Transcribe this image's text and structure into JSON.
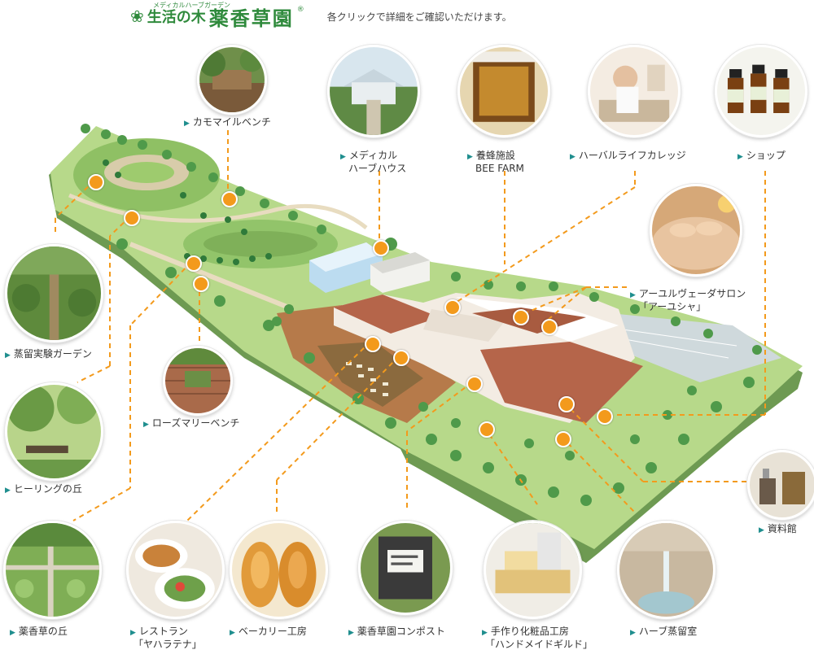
{
  "header": {
    "logo_small": "メディカルハーブガーデン",
    "logo_name1": "生活の木",
    "logo_name2": "薬香草園",
    "logo_reg": "®",
    "instruction": "各クリックで詳細をご確認いただけます。"
  },
  "colors": {
    "accent_orange": "#f39a1c",
    "brand_green": "#2f8a3c",
    "marker_teal": "#1f8e8e"
  },
  "locations": {
    "chamomile": {
      "label": "カモマイルベンチ",
      "icon": "bench-photo"
    },
    "medical": {
      "label1": "メディカル",
      "label2": "ハーブハウス",
      "icon": "greenhouse-photo"
    },
    "bee": {
      "label1": "養蜂施設",
      "label2": "BEE FARM",
      "icon": "honeycomb-photo"
    },
    "college": {
      "label": "ハーバルライフカレッジ",
      "icon": "college-photo"
    },
    "shop": {
      "label": "ショップ",
      "icon": "oil-bottles-photo"
    },
    "ayurveda": {
      "label1": "アーユルヴェーダサロン",
      "label2": "「アーユシャ」",
      "icon": "massage-photo"
    },
    "distill_garden": {
      "label": "蒸留実験ガーデン",
      "icon": "garden-photo"
    },
    "rosemary": {
      "label": "ローズマリーベンチ",
      "icon": "brick-bench-photo"
    },
    "healing": {
      "label": "ヒーリングの丘",
      "icon": "hill-photo"
    },
    "archive": {
      "label": "資料館",
      "icon": "archive-photo"
    },
    "herb_hill": {
      "label": "薬香草の丘",
      "icon": "herb-hill-photo"
    },
    "restaurant": {
      "label1": "レストラン",
      "label2": "「ヤハラテナ」",
      "icon": "dish-photo"
    },
    "bakery": {
      "label": "ベーカリー工房",
      "icon": "bread-photo"
    },
    "compost": {
      "label": "薬香草園コンポスト",
      "icon": "compost-photo"
    },
    "handmade": {
      "label1": "手作り化粧品工房",
      "label2": "「ハンドメイドギルド」",
      "icon": "soap-photo"
    },
    "distill_room": {
      "label": "ハーブ蒸留室",
      "icon": "distill-photo"
    }
  }
}
